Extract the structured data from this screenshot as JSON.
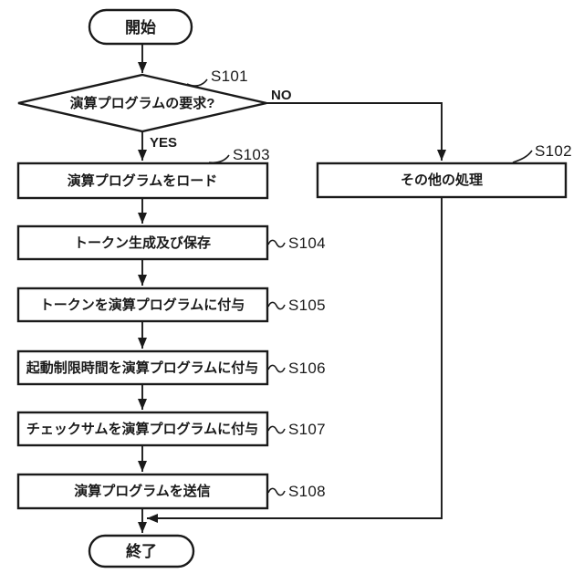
{
  "diagram": {
    "type": "flowchart",
    "colors": {
      "line": "#1a1a1a",
      "background": "#ffffff"
    },
    "nodes": {
      "start": {
        "label": "開始"
      },
      "s101": {
        "ref": "S101",
        "label": "演算プログラムの要求?"
      },
      "s102": {
        "ref": "S102",
        "label": "その他の処理"
      },
      "s103": {
        "ref": "S103",
        "label": "演算プログラムをロード"
      },
      "s104": {
        "ref": "S104",
        "label": "トークン生成及び保存"
      },
      "s105": {
        "ref": "S105",
        "label": "トークンを演算プログラムに付与"
      },
      "s106": {
        "ref": "S106",
        "label": "起動制限時間を演算プログラムに付与"
      },
      "s107": {
        "ref": "S107",
        "label": "チェックサムを演算プログラムに付与"
      },
      "s108": {
        "ref": "S108",
        "label": "演算プログラムを送信"
      },
      "end": {
        "label": "終了"
      }
    },
    "branches": {
      "yes": "YES",
      "no": "NO"
    }
  }
}
